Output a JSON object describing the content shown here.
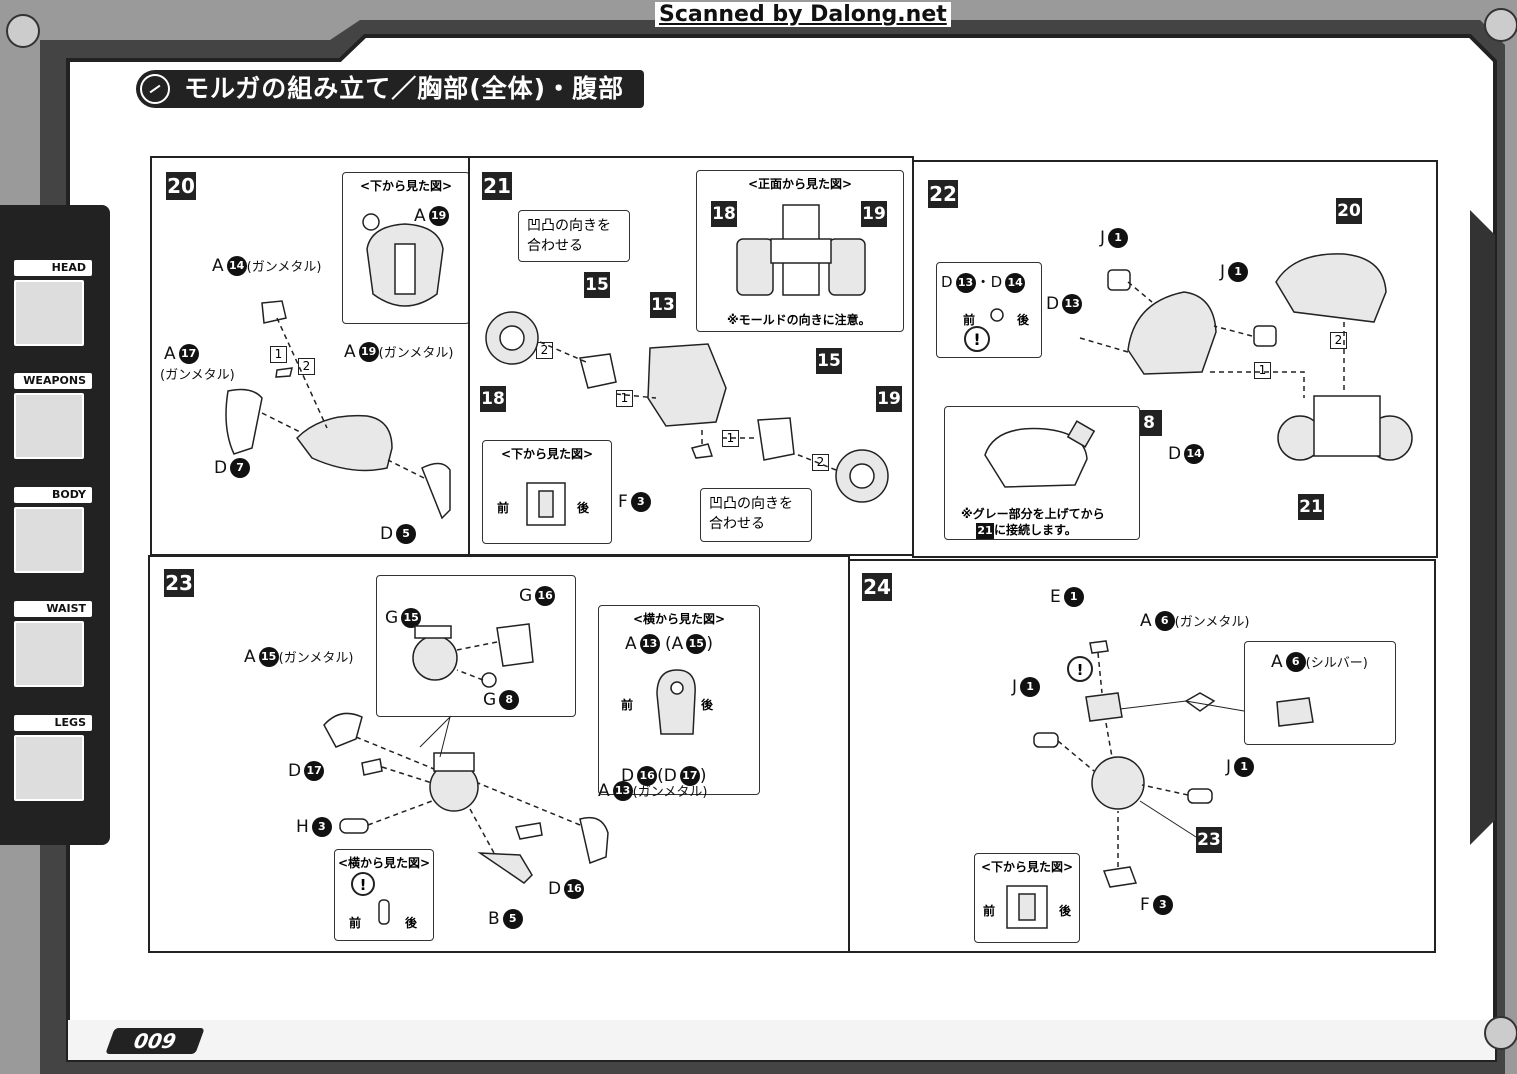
{
  "watermark": "Scanned by Dalong.net",
  "title": "モルガの組み立て／胸部(全体)・腹部",
  "page_number": "009",
  "tabs": [
    "HEAD",
    "WEAPONS",
    "BODY",
    "WAIST",
    "LEGS"
  ],
  "steps": {
    "s20": {
      "num": "20",
      "view_title": "<下から見た図>",
      "labels": {
        "a19": "A",
        "a19n": "19",
        "a14": "A",
        "a14n": "14",
        "a14s": "(ガンメタル)",
        "a17": "A",
        "a17n": "17",
        "a17s": "(ガンメタル)",
        "a19b": "A",
        "a19bn": "19",
        "a19bs": "(ガンメタル)",
        "d7": "D",
        "d7n": "7",
        "d5": "D",
        "d5n": "5"
      },
      "subs": [
        "1",
        "2"
      ]
    },
    "s21": {
      "num": "21",
      "callout_top": "凹凸の向きを\n合わせる",
      "callout_bottom": "凹凸の向きを\n合わせる",
      "front_view_title": "<正面から見た図>",
      "mold_note": "※モールドの向きに注意。",
      "bottom_view_title": "<下から見た図>",
      "front": "前",
      "back": "後",
      "parts": [
        "18",
        "19",
        "15",
        "13",
        "18",
        "15",
        "19"
      ],
      "f3": "F",
      "f3n": "3",
      "subs": [
        "2",
        "1",
        "1",
        "2"
      ]
    },
    "s22": {
      "num": "22",
      "j1a": "J",
      "j1an": "1",
      "j1b": "J",
      "j1bn": "1",
      "d13d14": "D",
      "d13n": "13",
      "dot": "・",
      "d14": "D",
      "d14n": "14",
      "d13": "D",
      "d13bn": "13",
      "d14b": "D",
      "d14bn": "14",
      "front": "前",
      "back": "後",
      "parts": [
        "20",
        "8",
        "21"
      ],
      "note": "※グレー部分を上げてから",
      "note2_num": "21",
      "note2": "に接続します。",
      "subs": [
        "2",
        "1"
      ]
    },
    "s23": {
      "num": "23",
      "g15": "G",
      "g15n": "15",
      "g16": "G",
      "g16n": "16",
      "g8": "G",
      "g8n": "8",
      "a15": "A",
      "a15n": "15",
      "a15s": "(ガンメタル)",
      "d17": "D",
      "d17n": "17",
      "h3": "H",
      "h3n": "3",
      "a13": "A",
      "a13n": "13",
      "a13s": "(ガンメタル)",
      "d16": "D",
      "d16n": "16",
      "b5": "B",
      "b5n": "5",
      "side_view_title": "<横から見た図>",
      "side_top": "A",
      "side_top_n": "13",
      "side_top_alt": "(A",
      "side_top_alt_n": "15",
      "side_top_close": ")",
      "side_bottom": "D",
      "side_bottom_n": "16",
      "side_bottom_alt": "(D",
      "side_bottom_alt_n": "17",
      "side_bottom_close": ")",
      "side_view_title2": "<横から見た図>",
      "front": "前",
      "back": "後"
    },
    "s24": {
      "num": "24",
      "e1": "E",
      "e1n": "1",
      "a6": "A",
      "a6n": "6",
      "a6s": "(ガンメタル)",
      "a6b": "A",
      "a6bn": "6",
      "a6bs": "(シルバー)",
      "j1a": "J",
      "j1an": "1",
      "j1b": "J",
      "j1bn": "1",
      "part": "23",
      "f3": "F",
      "f3n": "3",
      "bottom_view_title": "<下から見た図>",
      "front": "前",
      "back": "後"
    }
  }
}
